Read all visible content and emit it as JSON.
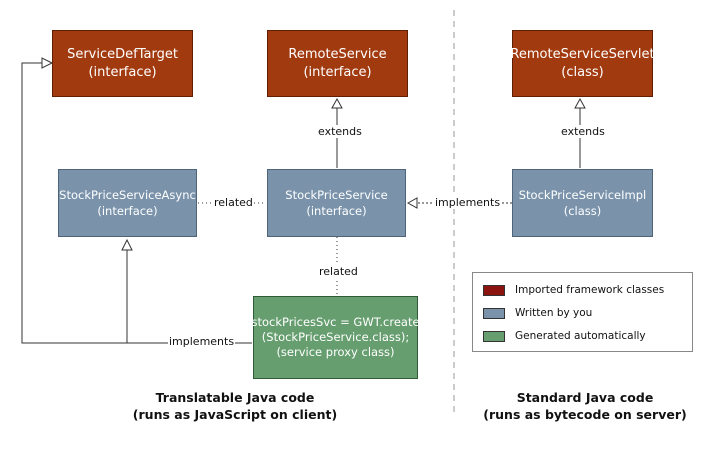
{
  "boxes": {
    "service_def_target": {
      "line1": "ServiceDefTarget",
      "line2": "(interface)"
    },
    "remote_service": {
      "line1": "RemoteService",
      "line2": "(interface)"
    },
    "remote_service_servlet": {
      "line1": "RemoteServiceServlet",
      "line2": "(class)"
    },
    "stock_price_service_async": {
      "line1": "StockPriceServiceAsync",
      "line2": "(interface)"
    },
    "stock_price_service": {
      "line1": "StockPriceService",
      "line2": "(interface)"
    },
    "stock_price_service_impl": {
      "line1": "StockPriceServiceImpl",
      "line2": "(class)"
    },
    "generated_proxy": {
      "line1": "stockPricesSvc = GWT.create",
      "line2": "(StockPriceService.class);",
      "line3": "(service proxy class)"
    }
  },
  "labels": {
    "extends_remote": "extends",
    "extends_servlet": "extends",
    "related_horizontal": "related",
    "related_vertical": "related",
    "implements_impl": "implements",
    "implements_async": "implements"
  },
  "legend": {
    "items": [
      {
        "label": "Imported framework classes",
        "color": "#8b1410"
      },
      {
        "label": "Written by you",
        "color": "#7a93ab"
      },
      {
        "label": "Generated automatically",
        "color": "#669e6f"
      }
    ]
  },
  "captions": {
    "left_line1": "Translatable Java code",
    "left_line2": "(runs as JavaScript on client)",
    "right_line1": "Standard Java code",
    "right_line2": "(runs as bytecode on server)"
  },
  "colors": {
    "framework": "#a23a0f",
    "user": "#7a93ab",
    "generated": "#669e6f"
  }
}
